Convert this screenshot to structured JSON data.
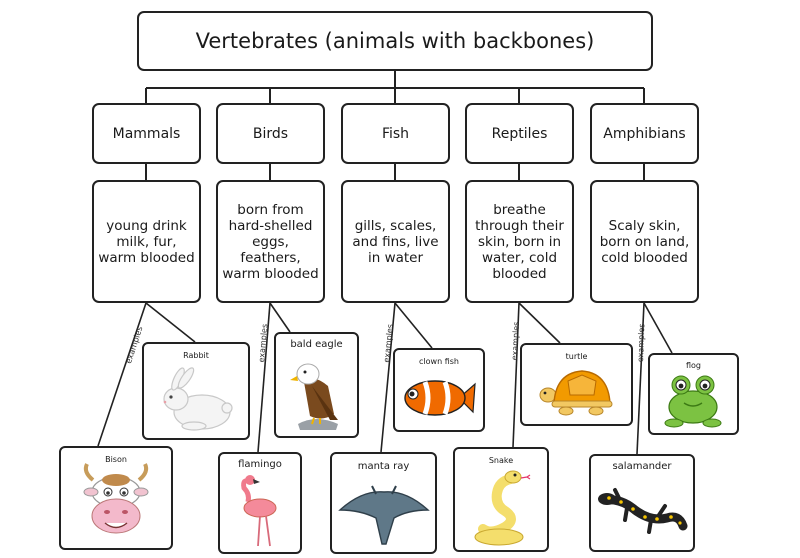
{
  "title": "Vertebrates (animals with backbones)",
  "classes": [
    {
      "name": "Mammals",
      "desc": "young drink milk, fur, warm blooded"
    },
    {
      "name": "Birds",
      "desc": "born from hard-shelled eggs, feathers, warm blooded"
    },
    {
      "name": "Fish",
      "desc": "gills, scales, and fins, live in water"
    },
    {
      "name": "Reptiles",
      "desc": "breathe through their skin, born in water, cold blooded"
    },
    {
      "name": "Amphibians",
      "desc": "Scaly skin, born on land, cold blooded"
    }
  ],
  "link_label": "examples",
  "examples": {
    "rabbit": "Rabbit",
    "bison": "Bison",
    "bald_eagle": "bald eagle",
    "flamingo": "flamingo",
    "clown_fish": "clown fish",
    "manta_ray": "manta ray",
    "turtle": "turtle",
    "snake": "Snake",
    "flog": "flog",
    "salamander": "salamander"
  }
}
